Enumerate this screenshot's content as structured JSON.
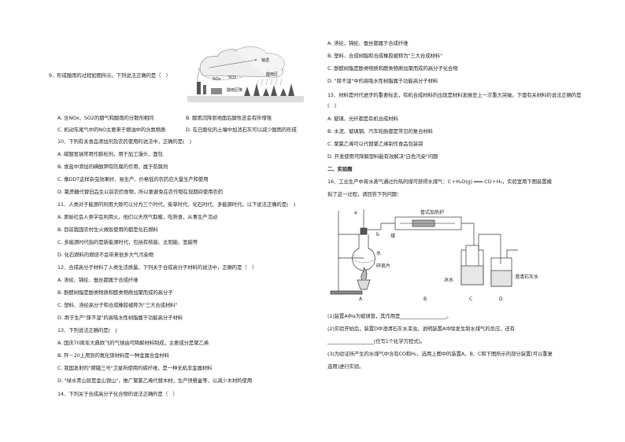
{
  "left": {
    "q9": {
      "stem": "9．形成酸雨的过程如图所示。下列说法正确的是（　）",
      "fig_labels": [
        "NOx",
        "SO2",
        "输送",
        "酸雨区",
        "酸雨区降"
      ],
      "options": [
        "A. 含NOx、SO2的烟气和酸雨的分散剂相同",
        "B. 酸雨沉降到地面后酸性还会有所增强",
        "C. 机动车尾气中的NO主要来于燃油中的含氮物质",
        "D. 在已酸化的土壤中加消石灰可以减少酸雨的形成"
      ]
    },
    "q10": {
      "stem": "10．下列有关食品添加剂及农药使用的说法中，正确的是(　)",
      "options": [
        "A. 碳酸氢钠常用作膨松剂，用于加工馒头、面包",
        "B. 食盐中添加的碘酸钾有防腐的作用，属于防腐剂",
        "C. 像DDT这样杂虫效果好、易生产、价格低的农药应大量生产和使用",
        "D. 氯蔗糖代替旧品生以前农药食物，所以要避免在农作物在现期间使用农药"
      ]
    },
    "q11": {
      "stem": "11．人类对于能源的利用大致可以分为三个时代，柴草时代、化石时代、多能源时代。以下说法正确的是(　)",
      "options": [
        "A. 原始社会人类学会利用火，他们以天然气取暖，吃熟食，从事生产活动",
        "B. 目前我国农村生火做饭使用的都是化石燃料",
        "C. 多能源时代指的是新能源时代，包括有核能、太阳能、氢能等",
        "D. 化石燃料的燃烧不会带来很多大气污染物"
      ]
    },
    "q12": {
      "stem": "12．合成高分子材料了人类生活质量，下列关于合成高分子材料的说法中，正确的是（　）",
      "options": [
        "A. 涤纶、锦纶、蚕丝都属于合成纤维",
        "B. 酚醛树脂是酚类物质和醛类物质加聚而成的高分子",
        "C. 塑料、涤纶高分子和合成橡胶被称为\"三大合成材料\"",
        "D. 用于生产\"尿不湿\"的高吸水性树脂属于功能高分子材料"
      ]
    },
    "q13": {
      "stem": "13．下列说法正确的是(　)",
      "options": [
        "A. 国庆70周年大典欧飞的气球由可降解材料制成，主要成分是聚乙烯",
        "B. 歼－20上用到的氮化镓材料是一种金属合金材料",
        "C. 我国发射的\"嫦娥三号\"卫星所使用的碳纤维，是一种无机非金属材料",
        "D. \"绿水青山就是金山银山\"，推广聚氯乙烯代替木材，生产快餐盒等，以减少木材的使用"
      ]
    },
    "q14": {
      "stem": "14．下列关于合成高分子化合物的说法正确的是（　）"
    }
  },
  "right": {
    "q14_options": [
      "A. 涤纶、锦纶、蚕丝都属于合成纤维",
      "B. 塑料、合成树脂和合成橡胶被称为\"三大合成材料\"",
      "C. 酚醛树脂是酚类物质和醛类物质加聚而成的高分子化合物",
      "D. \"尿不湿\"中的高吸水性树脂属于功能高分子材料"
    ],
    "q15": {
      "stem": "15．材料是时代进步的重要标志，有机合成材料的出现是材料发展史上一次重大突破。下面有关材料的说法正确的是(　)",
      "options": [
        "A. 玻璃、光纤都是有机合成材料",
        "B. 水泥、玻璃钢、汽车轮胎都是常见的复合材料",
        "C. 聚氯乙烯可以代替聚乙烯制作食品包装袋",
        "D. 开发使用可降解塑料能有效解决\"白色污染\"问题"
      ]
    },
    "section2": "二、实验题",
    "q16": {
      "stem_line1": "16．工业生产中将水蒸气通过灼热的煤可获得水煤气：C＋H₂O(g) ═══ CO＋H₂，实验室用下图装置模",
      "stem_line2": "拟了这一过程，请回答下列问题：",
      "fig_labels": {
        "tube": "管式加热炉",
        "coal": "煤",
        "a": "a",
        "b": "b",
        "water": "水",
        "chips": "碎瓷片",
        "ice": "冰水",
        "lime": "澄清石灰水",
        "A": "A",
        "B": "B",
        "C": "C",
        "D": "D"
      },
      "sub1": "(1)装置A中a为玻璃管，其作用是___________________。",
      "sub2": "(2)实验开始后，装置D中澄清石灰水浑浊，说明装置A中除发生制水煤气的反应，还有",
      "sub2b": "___________________(任写1个化学方程式)。",
      "sub3": "(3)为验证所产生的水煤气中含有CO和H₂，选用上图中的装置A、B、C和下图所示的部分装置(可以重复",
      "sub3b": "选用)进行实验。"
    }
  }
}
